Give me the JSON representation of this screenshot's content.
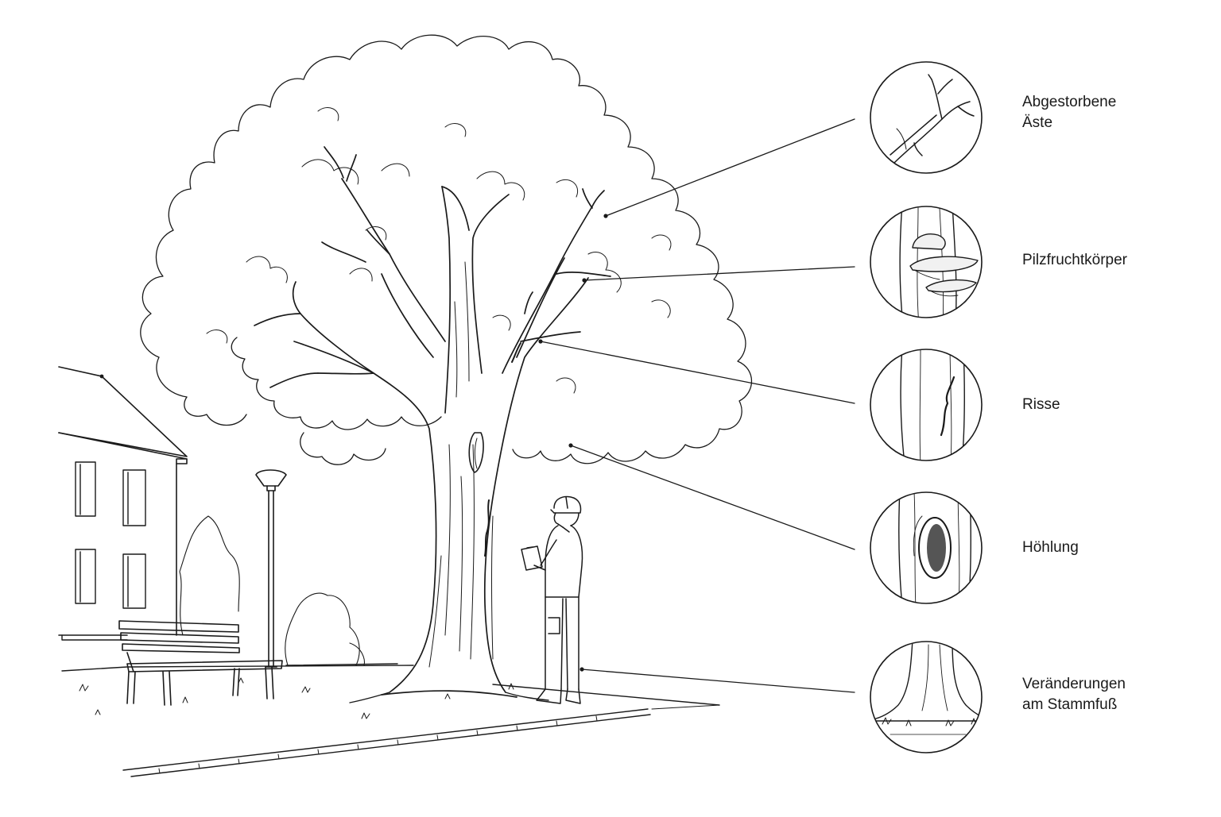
{
  "callouts": [
    {
      "id": "dead-branches",
      "lines": [
        "Abgestorbene",
        "Äste"
      ]
    },
    {
      "id": "fungus",
      "lines": [
        "Pilzfruchtkörper"
      ]
    },
    {
      "id": "cracks",
      "lines": [
        "Risse"
      ]
    },
    {
      "id": "cavity",
      "lines": [
        "Höhlung"
      ]
    },
    {
      "id": "trunk-base",
      "lines": [
        "Veränderungen",
        "am Stammfuß"
      ]
    }
  ],
  "colors": {
    "ink": "#1a1a1a",
    "paper": "#ffffff",
    "shade": "#555555"
  },
  "icons": [
    "tree-icon",
    "inspector-figure",
    "park-bench",
    "street-lamp",
    "house-building",
    "detail-circle"
  ]
}
